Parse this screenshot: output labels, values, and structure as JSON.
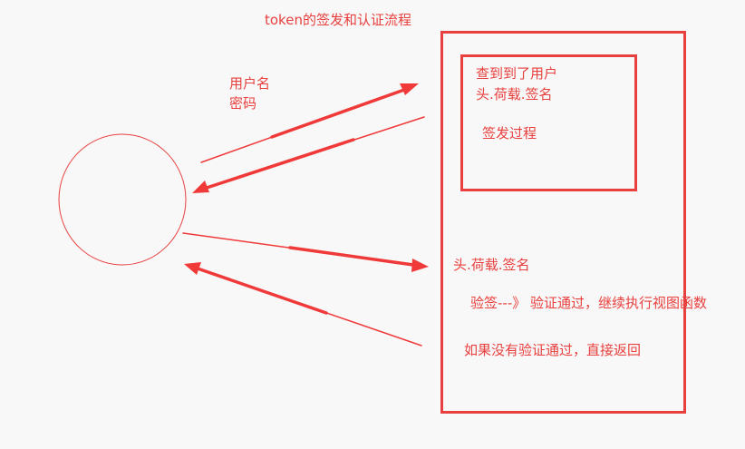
{
  "title": "token的签发和认证流程",
  "credentials": {
    "line1": "用户名",
    "line2": "密码"
  },
  "sign_box": {
    "line1": "查到到了用户",
    "line2": "头.荷载.签名",
    "process": "签发过程"
  },
  "verify": {
    "token": "头.荷载.签名",
    "success": "验签---》 验证通过，继续执行视图函数",
    "failure": "如果没有验证通过，直接返回"
  },
  "colors": {
    "stroke": "#e8403e",
    "arrow": "#f03a3a",
    "background": "#f8f8f8"
  }
}
